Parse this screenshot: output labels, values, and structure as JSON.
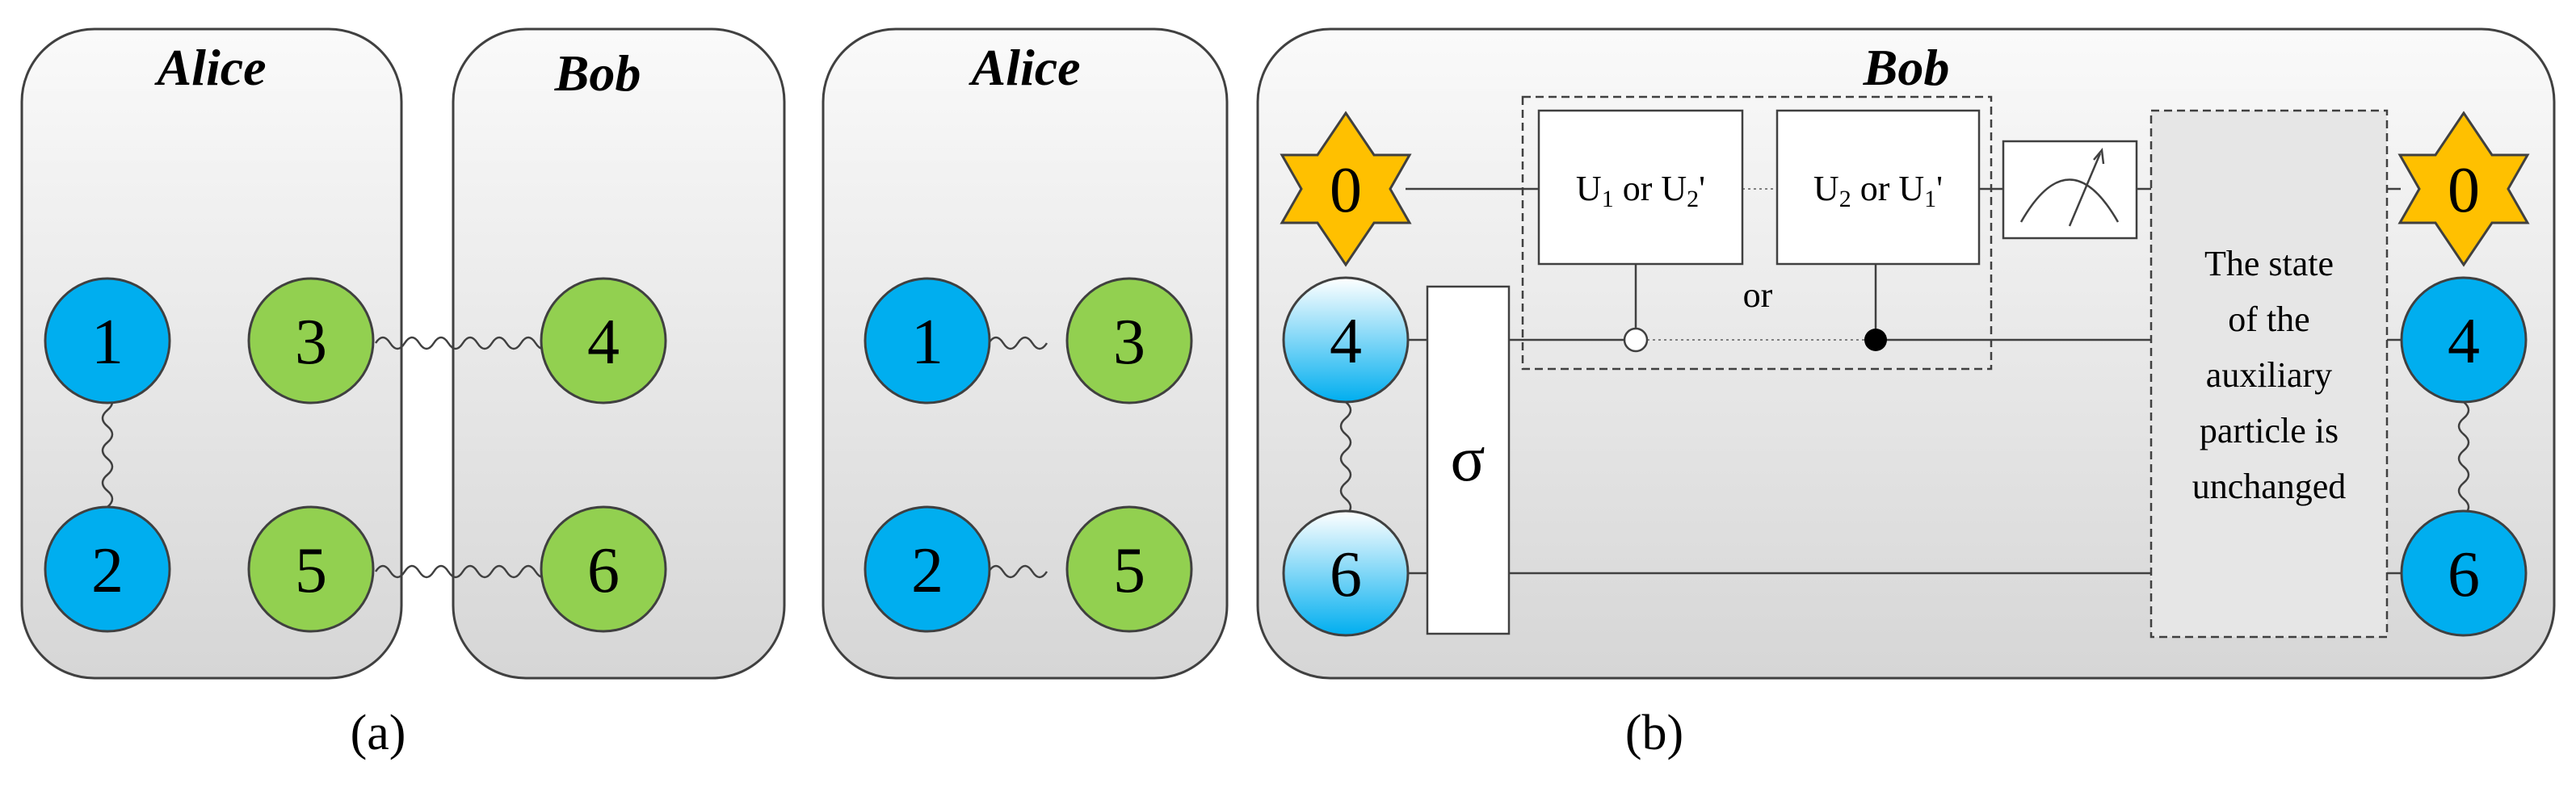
{
  "colors": {
    "alice_qubit": "#00aeef",
    "shared_qubit": "#92d050",
    "aux_star": "#ffc000",
    "panel_fill_top": "#fafafa",
    "panel_fill_bottom": "#d9d9d9",
    "stroke": "#404040"
  },
  "panel_a": {
    "alice_title": "Alice",
    "bob_title": "Bob",
    "caption": "(a)",
    "nodes": {
      "n1": "1",
      "n2": "2",
      "n3": "3",
      "n4": "4",
      "n5": "5",
      "n6": "6"
    }
  },
  "panel_b": {
    "alice_title": "Alice",
    "bob_title": "Bob",
    "caption": "(b)",
    "alice_nodes": {
      "n1": "1",
      "n2": "2",
      "n3": "3",
      "n5": "5"
    },
    "bob_nodes": {
      "aux_in": "0",
      "q4_in": "4",
      "q6_in": "6",
      "aux_out": "0",
      "q4_out": "4",
      "q6_out": "6"
    },
    "gate1": {
      "main": "U",
      "sub1": "1",
      "mid": " or U",
      "sub2": "2",
      "tail": "'"
    },
    "gate2": {
      "main": "U",
      "sub1": "2",
      "mid": " or U",
      "sub2": "1",
      "tail": "'"
    },
    "or_label": "or",
    "sigma_label": "σ",
    "unchanged_lines": [
      "The state",
      "of the",
      "auxiliary",
      "particle is",
      "unchanged"
    ]
  }
}
